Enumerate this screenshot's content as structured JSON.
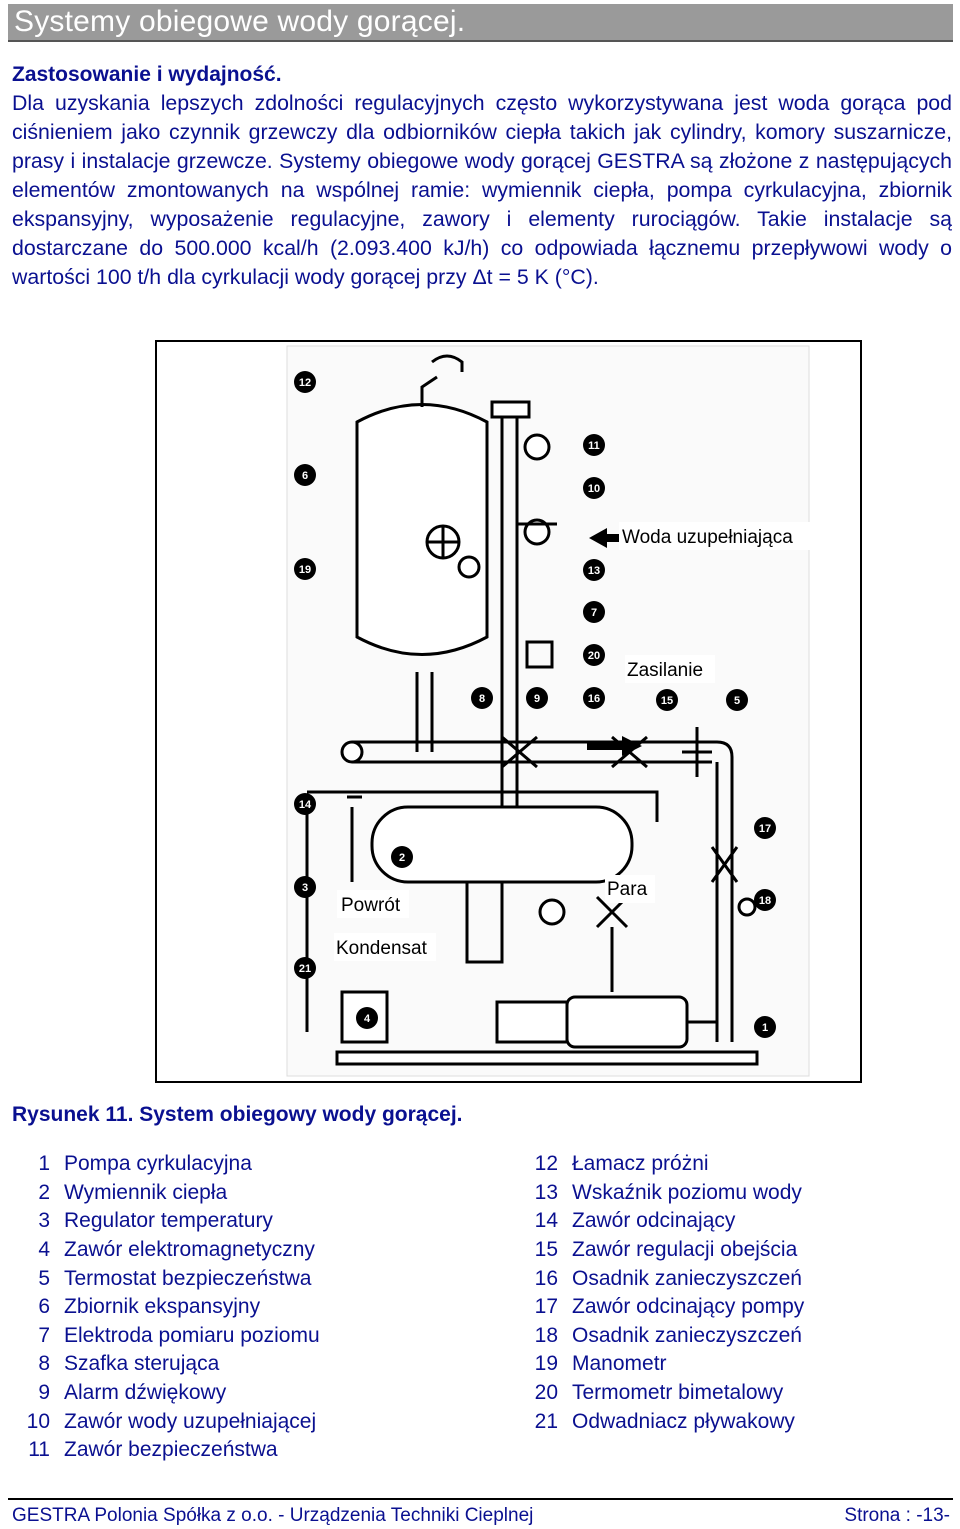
{
  "header": {
    "title": "Systemy obiegowe wody gorącej."
  },
  "section": {
    "heading": "Zastosowanie i wydajność.",
    "paragraph": "Dla uzyskania lepszych zdolności regulacyjnych często wykorzystywana jest woda gorąca pod ciśnieniem jako czynnik grzewczy dla odbiorników ciepła takich jak cylindry, komory suszarnicze, prasy i instalacje grzewcze. Systemy obiegowe wody gorącej GESTRA są złożone z następujących elementów zmontowanych na wspólnej ramie: wymiennik ciepła, pompa cyrkulacyjna, zbiornik ekspansyjny, wyposażenie regulacyjne, zawory i elementy rurociągów. Takie instalacje są dostarczane do 500.000 kcal/h (2.093.400 kJ/h) co odpowiada łącznemu przepływowi wody o wartości 100 t/h dla cyrkulacji wody gorącej przy Δt = 5 K (°C)."
  },
  "figure": {
    "labels": {
      "woda": "Woda uzupełniająca",
      "zasilanie": "Zasilanie",
      "powrot": "Powrót",
      "para": "Para",
      "kondensat": "Kondensat"
    },
    "markers": [
      "12",
      "6",
      "19",
      "11",
      "10",
      "13",
      "7",
      "20",
      "8",
      "9",
      "16",
      "15",
      "5",
      "14",
      "17",
      "3",
      "18",
      "21",
      "4",
      "2",
      "1"
    ],
    "caption": "Rysunek 11. System obiegowy wody gorącej."
  },
  "legend": {
    "left": [
      {
        "num": "1",
        "text": "Pompa cyrkulacyjna"
      },
      {
        "num": "2",
        "text": "Wymiennik ciepła"
      },
      {
        "num": "3",
        "text": "Regulator temperatury"
      },
      {
        "num": "4",
        "text": "Zawór elektromagnetyczny"
      },
      {
        "num": "5",
        "text": "Termostat bezpieczeństwa"
      },
      {
        "num": "6",
        "text": "Zbiornik ekspansyjny"
      },
      {
        "num": "7",
        "text": "Elektroda pomiaru poziomu"
      },
      {
        "num": "8",
        "text": "Szafka sterująca"
      },
      {
        "num": "9",
        "text": "Alarm dźwiękowy"
      },
      {
        "num": "10",
        "text": "Zawór wody uzupełniającej"
      },
      {
        "num": "11",
        "text": "Zawór bezpieczeństwa"
      }
    ],
    "right": [
      {
        "num": "12",
        "text": "Łamacz próżni"
      },
      {
        "num": "13",
        "text": "Wskaźnik poziomu wody"
      },
      {
        "num": "14",
        "text": "Zawór odcinający"
      },
      {
        "num": "15",
        "text": "Zawór regulacji obejścia"
      },
      {
        "num": "16",
        "text": "Osadnik zanieczyszczeń"
      },
      {
        "num": "17",
        "text": "Zawór odcinający pompy"
      },
      {
        "num": "18",
        "text": "Osadnik zanieczyszczeń"
      },
      {
        "num": "19",
        "text": "Manometr"
      },
      {
        "num": "20",
        "text": "Termometr bimetalowy"
      },
      {
        "num": "21",
        "text": "Odwadniacz pływakowy"
      }
    ]
  },
  "footer": {
    "company": "GESTRA Polonia Spółka z o.o. - Urządzenia Techniki Cieplnej",
    "page": "Strona : -13-"
  }
}
